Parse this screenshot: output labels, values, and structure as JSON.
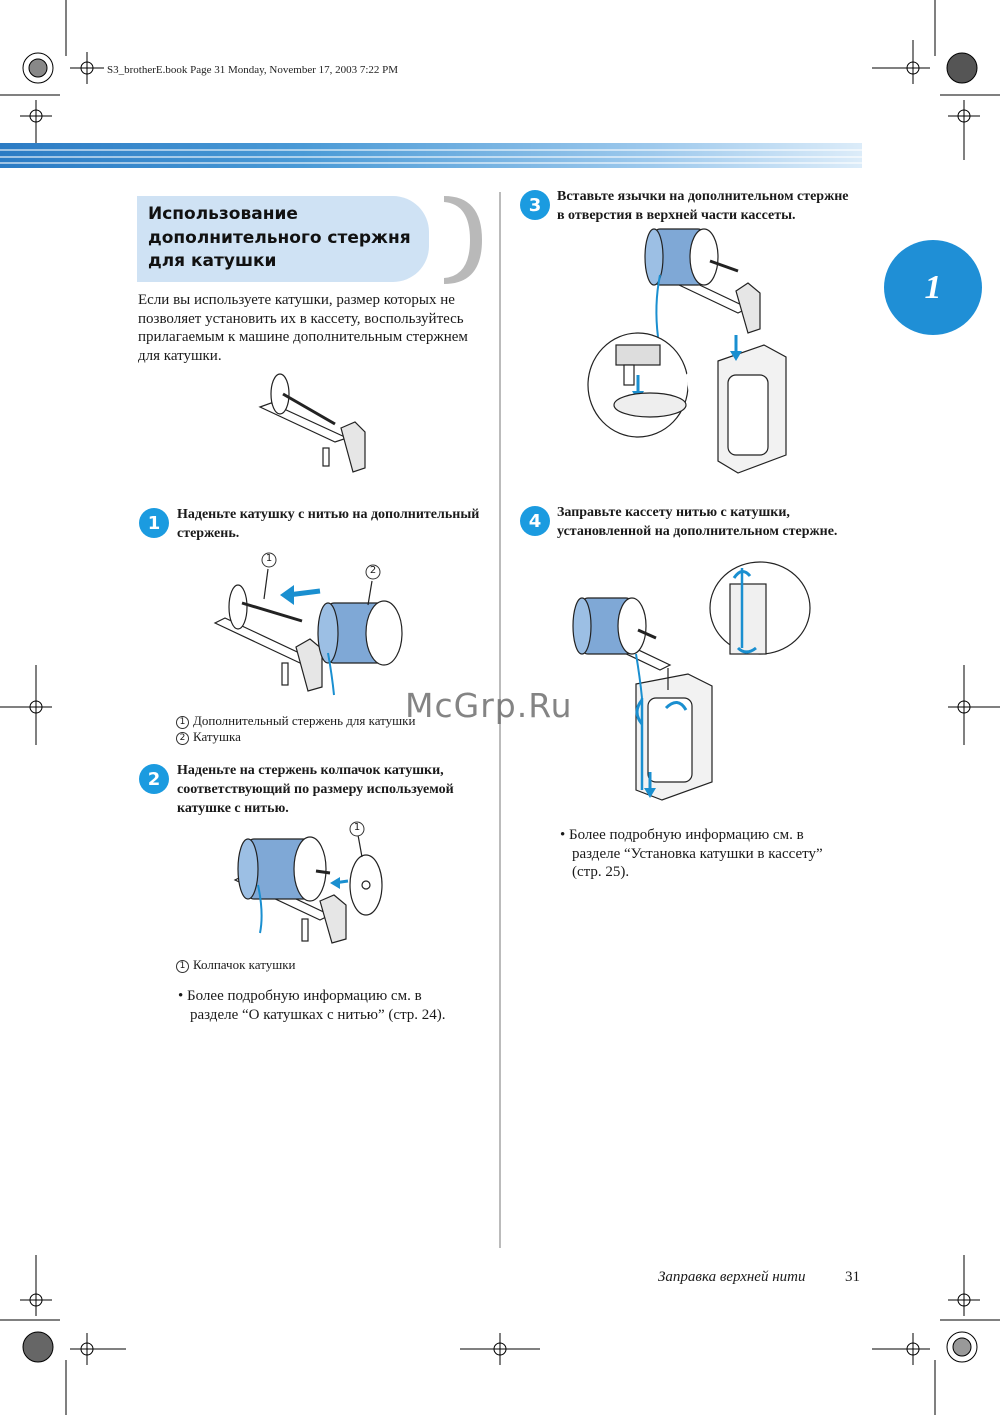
{
  "header": {
    "print_info": "S3_brotherE.book  Page 31  Monday, November 17, 2003  7:22 PM"
  },
  "chapter": {
    "number": "1",
    "color": "#1f8fd6"
  },
  "section": {
    "title_line1": "Использование",
    "title_line2": "дополнительного стержня",
    "title_line3": "для катушки",
    "intro": "Если вы используете катушки, размер которых не позволяет установить их в кассету, воспользуйтесь прилагаемым к машине дополнительным стержнем для катушки."
  },
  "steps": [
    {
      "badge": "1",
      "line1": "Наденьте катушку с нитью на дополнительный",
      "line2": "стержень.",
      "line3": ""
    },
    {
      "badge": "2",
      "line1": "Наденьте на стержень колпачок катушки,",
      "line2": "соответствующий по размеру используемой",
      "line3": "катушке с нитью."
    },
    {
      "badge": "3",
      "line1": "Вставьте язычки на дополнительном стержне",
      "line2": "в отверстия в верхней части кассеты.",
      "line3": ""
    },
    {
      "badge": "4",
      "line1": "Заправьте кассету нитью с катушки,",
      "line2": "установленной на дополнительном стержне.",
      "line3": ""
    }
  ],
  "captions": {
    "step1_item1_num": "1",
    "step1_item1": "Дополнительный стержень для катушки",
    "step1_item2_num": "2",
    "step1_item2": "Катушка",
    "step2_item1_num": "1",
    "step2_item1": "Колпачок катушки"
  },
  "callouts": {
    "fig1_label1": "1",
    "fig1_label2": "2",
    "fig2_label1": "1"
  },
  "notes": {
    "left_line1": "Более подробную информацию см. в",
    "left_line2": "разделе “О катушках с нитью” (стр. 24).",
    "right_line1": "Более подробную информацию см. в",
    "right_line2": "разделе “Установка катушки в кассету”",
    "right_line3": "(стр. 25)."
  },
  "footer": {
    "title": "Заправка верхней нити",
    "page": "31"
  },
  "watermark": "McGrp.Ru",
  "colors": {
    "accent": "#1b9be0",
    "title_bg": "#cfe2f4",
    "thread": "#1a8fd0"
  }
}
